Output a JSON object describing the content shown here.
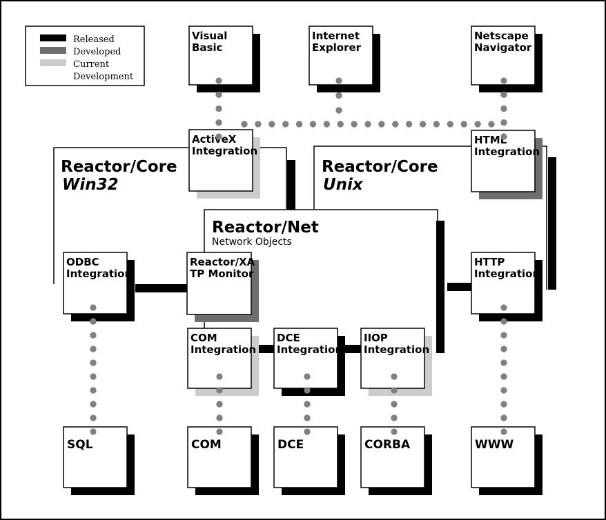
{
  "colors": {
    "released": "#000000",
    "developed": "#6e6e6e",
    "current_development": "#cccccc",
    "dots": "#808080",
    "border": "#000000",
    "background": "#ffffff"
  },
  "legend": {
    "released": "Released",
    "developed": "Developed",
    "current_line1": "Current",
    "current_line2": "Development"
  },
  "regions": {
    "win32": {
      "title": "Reactor/Core",
      "subtitle": "Win32"
    },
    "unix": {
      "title": "Reactor/Core",
      "subtitle": "Unix"
    },
    "net": {
      "title": "Reactor/Net",
      "subtitle": "Network Objects"
    }
  },
  "boxes": {
    "visual_basic": {
      "line1": "Visual",
      "line2": "Basic",
      "status": "released"
    },
    "internet_explorer": {
      "line1": "Internet",
      "line2": "Explorer",
      "status": "released"
    },
    "netscape_navigator": {
      "line1": "Netscape",
      "line2": "Navigator",
      "status": "released"
    },
    "activex": {
      "line1": "ActiveX",
      "line2": "Integration",
      "status": "current_development"
    },
    "html": {
      "line1": "HTML",
      "line2": "Integration",
      "status": "developed"
    },
    "odbc": {
      "line1": "ODBC",
      "line2": "Integration",
      "status": "released"
    },
    "reactor_xa": {
      "line1": "Reactor/XA",
      "line2": "TP Monitor",
      "status": "developed"
    },
    "http": {
      "line1": "HTTP",
      "line2": "Integration",
      "status": "released"
    },
    "com_int": {
      "line1": "COM",
      "line2": "Integration",
      "status": "current_development"
    },
    "dce_int": {
      "line1": "DCE",
      "line2": "Integration",
      "status": "released"
    },
    "iiop_int": {
      "line1": "IIOP",
      "line2": "Integration",
      "status": "current_development"
    },
    "sql": {
      "label": "SQL",
      "status": "released"
    },
    "com": {
      "label": "COM",
      "status": "released"
    },
    "dce": {
      "label": "DCE",
      "status": "released"
    },
    "corba": {
      "label": "CORBA",
      "status": "released"
    },
    "www": {
      "label": "WWW",
      "status": "released"
    }
  }
}
